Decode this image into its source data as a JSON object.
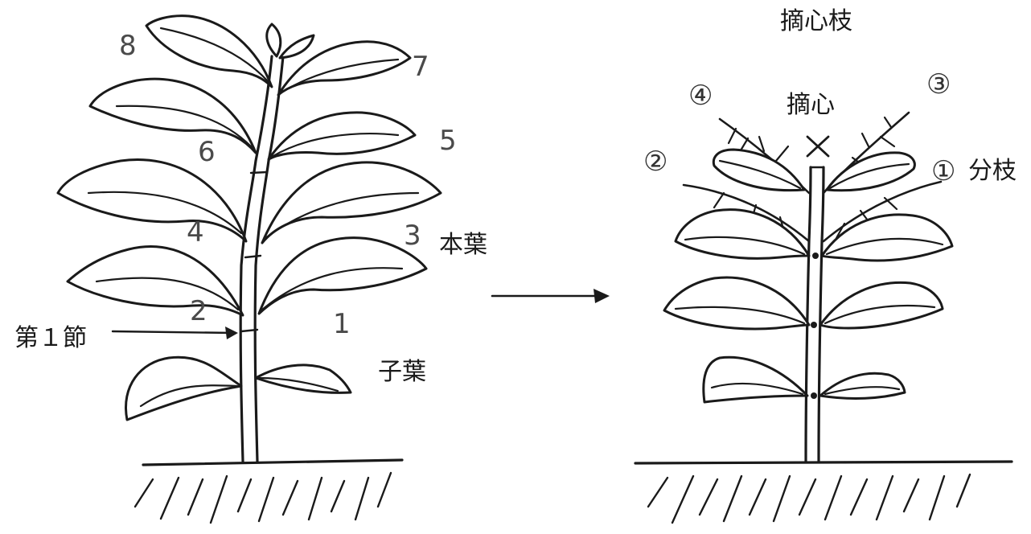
{
  "left_plant": {
    "leaf_numbers": [
      "8",
      "7",
      "6",
      "5",
      "4",
      "3",
      "2",
      "1"
    ],
    "true_leaf_label": "本葉",
    "cotyledon_label": "子葉",
    "first_node_label": "第１節"
  },
  "right_plant": {
    "title": "摘心枝",
    "pinch_label": "摘心",
    "branch_label": "分枝",
    "branch_numbers": [
      "①",
      "②",
      "③",
      "④"
    ]
  }
}
